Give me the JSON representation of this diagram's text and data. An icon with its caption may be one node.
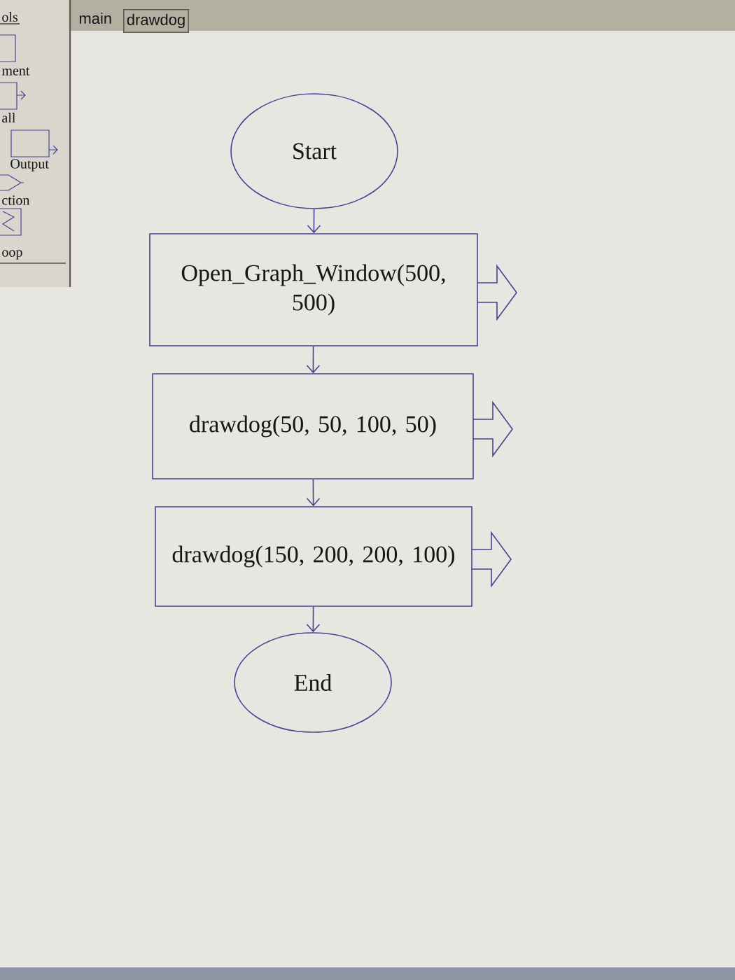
{
  "diagram": {
    "nodes": [
      {
        "text": [
          "Start"
        ]
      },
      {
        "text": [
          "Open_Graph_Window(500, 500)"
        ]
      },
      {
        "text": [
          "drawdog(50, 50, 100, 50)"
        ]
      },
      {
        "text": [
          "drawdog(150, 200, 200, 100)"
        ]
      },
      {
        "text": [
          "End"
        ]
      }
    ],
    "edges": [
      {
        "from": 0,
        "to": 1,
        "arrow": "to"
      },
      {
        "from": 1,
        "to": 2,
        "arrow": "to"
      },
      {
        "from": 2,
        "to": 3,
        "arrow": "to"
      },
      {
        "from": 3,
        "to": 4,
        "arrow": "to"
      }
    ],
    "labels": [
      "ols",
      "main",
      "drawdog",
      "ment",
      "all",
      "Output",
      "ction",
      "oop"
    ]
  }
}
